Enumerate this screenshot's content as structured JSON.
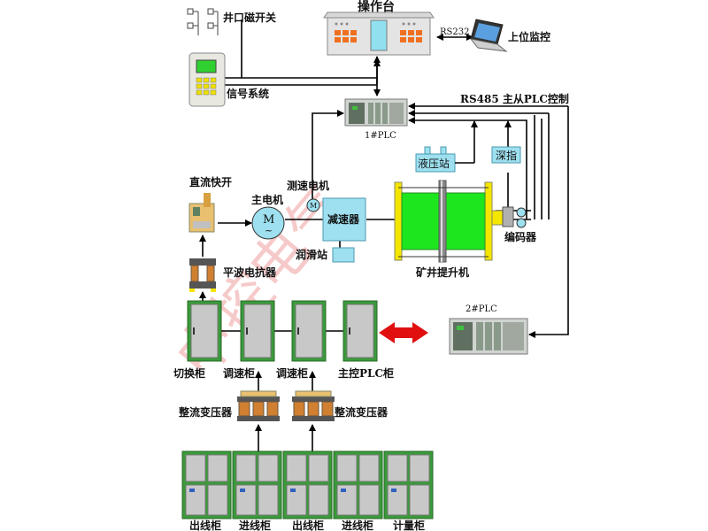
{
  "labels": {
    "console": "操作台",
    "rs232": "RS232",
    "host_monitor": "上位监控",
    "shaft_switch": "井口磁开关",
    "signal_system": "信号系统",
    "rs485": "RS485 主从PLC控制",
    "plc1": "1#PLC",
    "hydraulic_station": "液压站",
    "depth_indicator": "深指",
    "dc_breaker": "直流快开",
    "main_motor": "主电机",
    "tacho_motor": "测速电机",
    "reducer": "减速器",
    "lube_station": "润滑站",
    "encoder": "编码器",
    "mine_hoist": "矿井提升机",
    "smoothing_reactor": "平波电抗器",
    "plc2": "2#PLC",
    "cab_switch": "切换柜",
    "cab_speed1": "调速柜",
    "cab_speed2": "调速柜",
    "cab_main_plc": "主控PLC柜",
    "rect_transformer_1": "整流变压器",
    "rect_transformer_2": "整流变压器",
    "bottom_1": "出线柜",
    "bottom_2": "进线柜",
    "bottom_3": "出线柜",
    "bottom_4": "进线柜",
    "bottom_5": "计量柜",
    "motor_symbol": "M",
    "motor_tilde": "~",
    "tacho_symbol": "M"
  },
  "watermark": "中控电气",
  "colors": {
    "line": "#000000",
    "cabinet_frame": "#3a9a3a",
    "cabinet_panel": "#c8c8c8",
    "hoist_green": "#1ee61e",
    "reducer_fill": "#9ee0f0",
    "yellow": "#f5e600",
    "console_body": "#e4e4e4",
    "console_orange": "#f07020",
    "console_cyan": "#90e0f0",
    "double_arrow": "#e01010",
    "watermark": "#f0a0a0"
  }
}
